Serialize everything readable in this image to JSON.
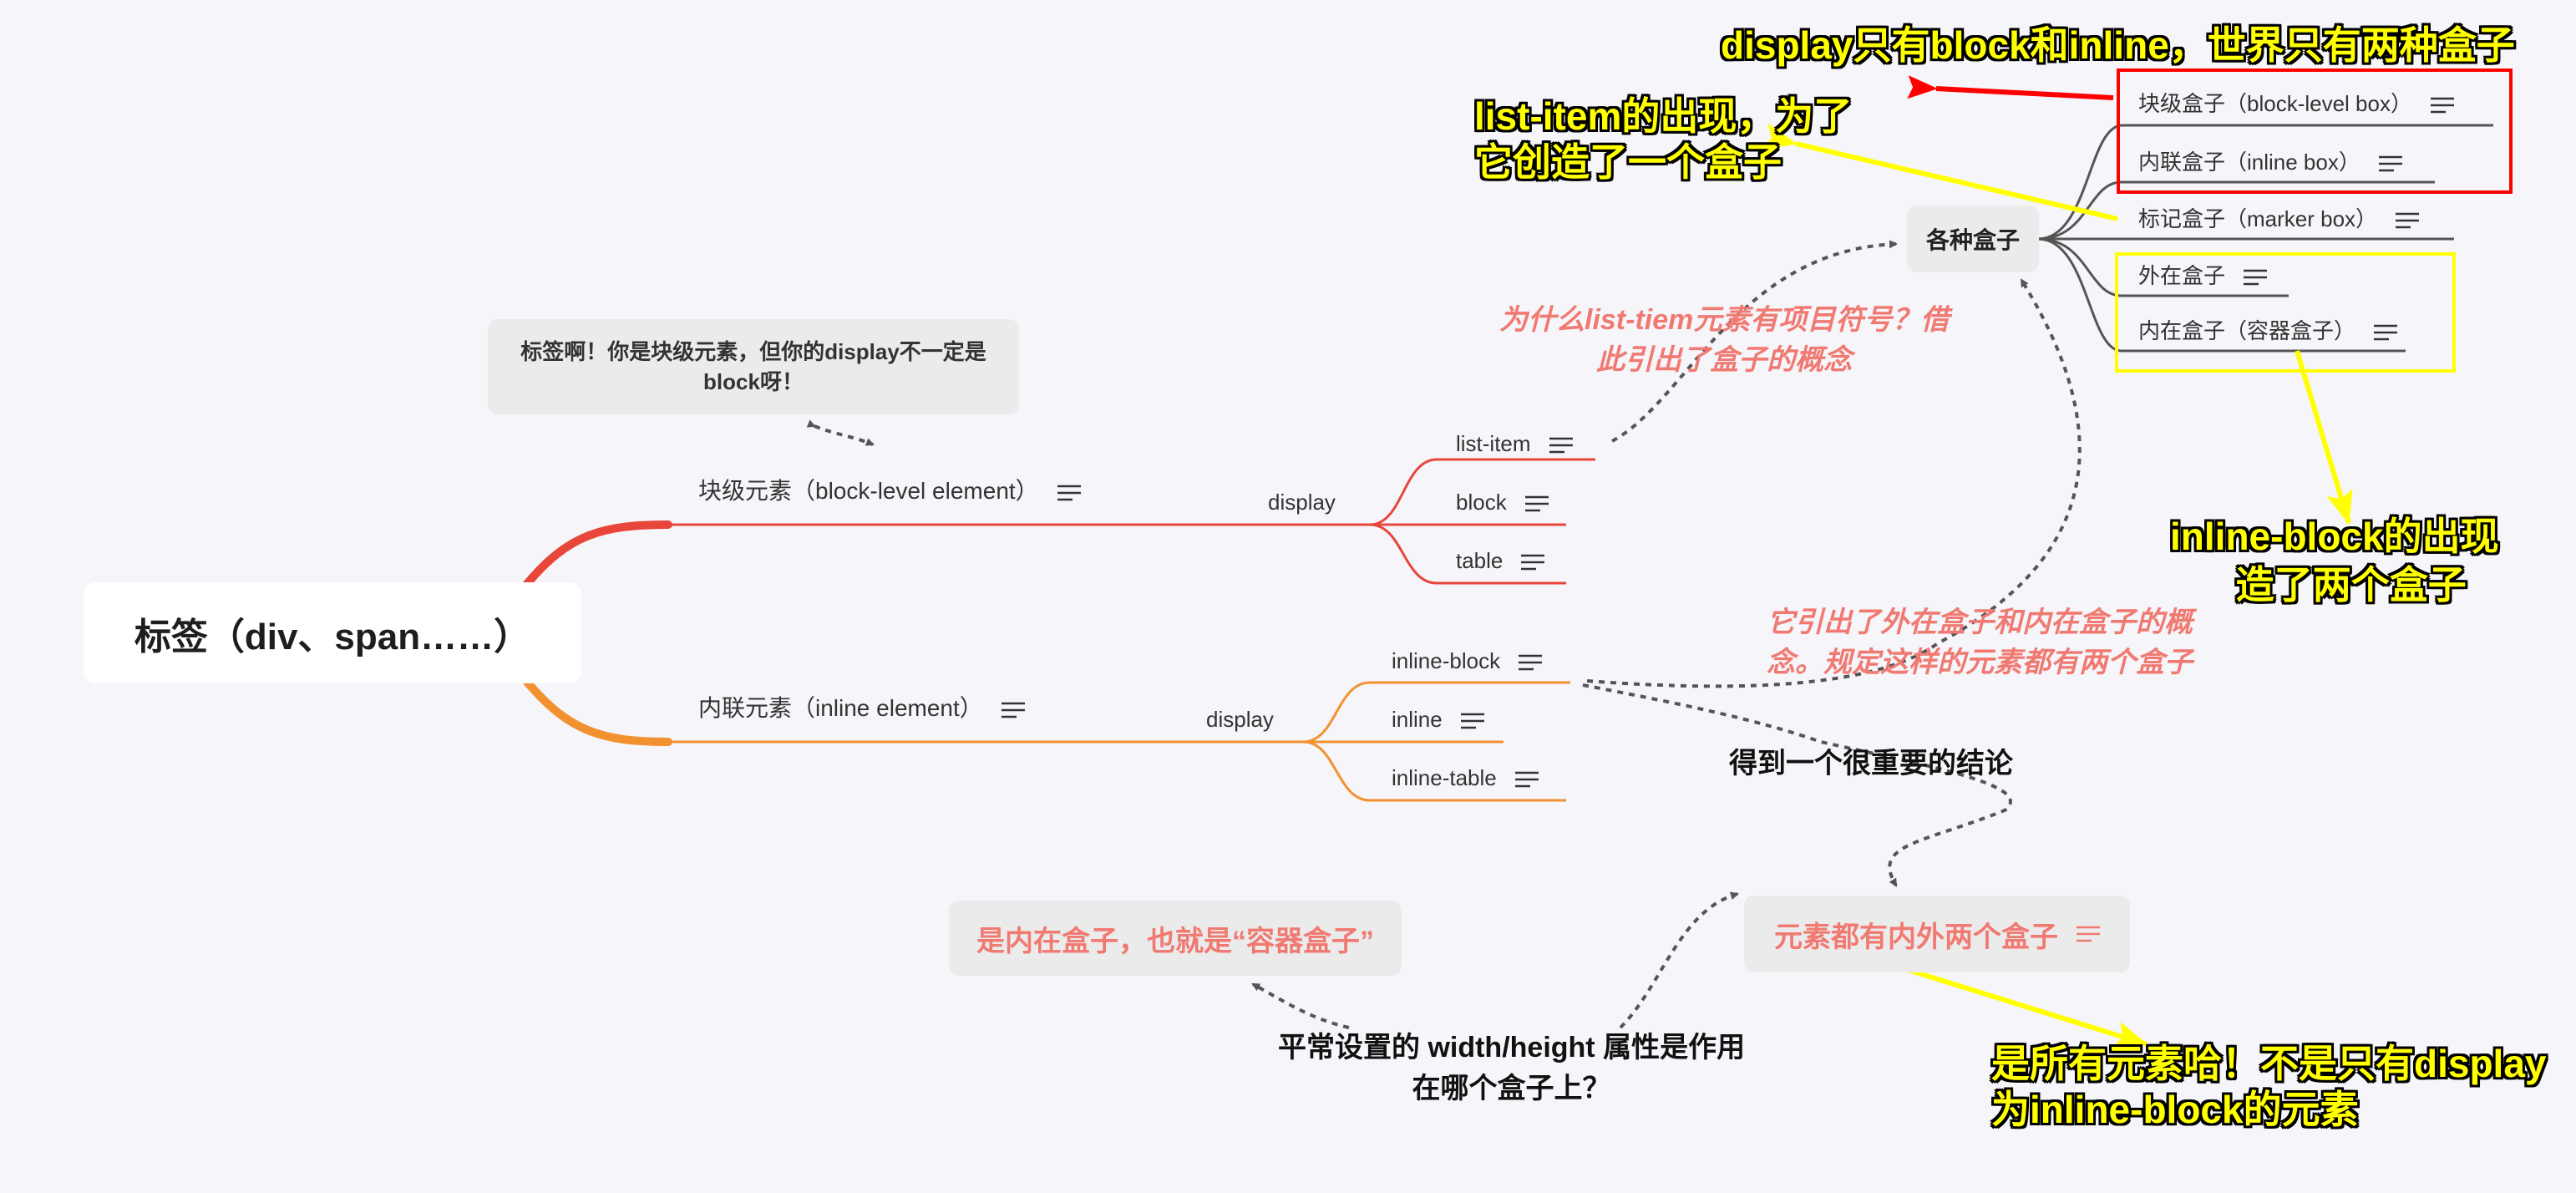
{
  "root": {
    "label": "标签（div、span……）"
  },
  "branches": {
    "block": {
      "label": "块级元素（block-level element）",
      "display_label": "display",
      "children": [
        "list-item",
        "block",
        "table"
      ],
      "color": "#e8463a"
    },
    "inline": {
      "label": "内联元素（inline element）",
      "display_label": "display",
      "children": [
        "inline-block",
        "inline",
        "inline-table"
      ],
      "color": "#f2912f"
    }
  },
  "boxes": {
    "hub": "各种盒子",
    "children": [
      "块级盒子（block-level box）",
      "内联盒子（inline box）",
      "标记盒子（marker box）",
      "外在盒子",
      "内在盒子（容器盒子）"
    ]
  },
  "notes": {
    "tag_note": "标签啊！你是块级元素，但你的display不一定是block呀！",
    "list_item_why": [
      "为什么list-tiem元素有项目符号？借",
      "此引出了盒子的概念"
    ],
    "inline_block_note": [
      "它引出了外在盒子和内在盒子的概",
      "念。规定这样的元素都有两个盒子"
    ],
    "conclusion_label": "得到一个很重要的结论",
    "conclusion": "元素都有内外两个盒子",
    "question": [
      "平常设置的 width/height 属性是作用",
      "在哪个盒子上？"
    ],
    "answer": "是内在盒子，也就是“容器盒子”"
  },
  "highlights": {
    "display_two": "display只有block和inline，世界只有两种盒子",
    "list_item_box": [
      "list-item的出现，为了",
      "它创造了一个盒子"
    ],
    "inline_block_box": [
      "inline-block的出现",
      "造了两个盒子"
    ],
    "all_elements": [
      "是所有元素哈！不是只有display",
      "为inline-block的元素"
    ]
  },
  "colors": {
    "red_frame": "#ff0000",
    "yellow_frame": "#ffff00",
    "pink_text": "#f07a72",
    "connector": "#555555"
  },
  "icons": {
    "note": "note-lines-icon"
  }
}
